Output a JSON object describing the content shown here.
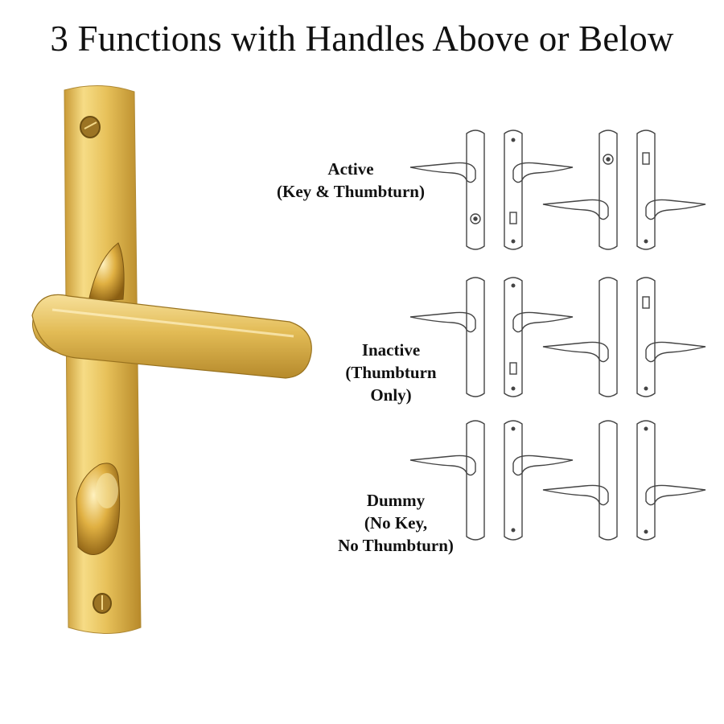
{
  "title": "3 Functions with Handles Above or Below",
  "functions": [
    {
      "name": "Active",
      "detail_lines": [
        "(Key & Thumbturn)"
      ]
    },
    {
      "name": "Inactive",
      "detail_lines": [
        "(Thumbturn",
        "Only)"
      ]
    },
    {
      "name": "Dummy",
      "detail_lines": [
        "(No Key,",
        "No Thumbturn)"
      ]
    }
  ],
  "colors": {
    "brass_light": "#f4d77a",
    "brass_mid": "#dcb34a",
    "brass_dark": "#a8791e",
    "line": "#444444"
  }
}
